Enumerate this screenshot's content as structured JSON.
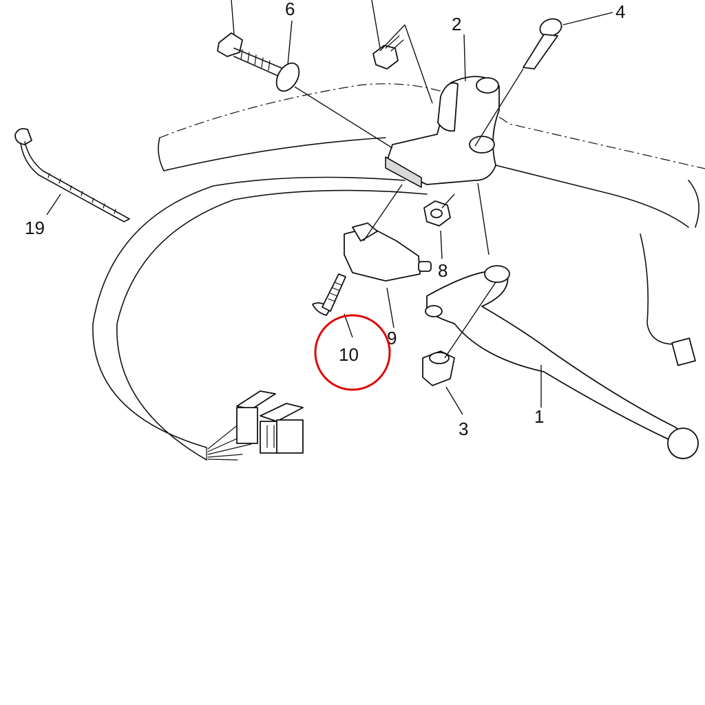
{
  "callouts": {
    "c1": "1",
    "c2": "2",
    "c3": "3",
    "c4": "4",
    "c6": "6",
    "c8": "8",
    "c9": "9",
    "c10": "10",
    "c19": "19"
  },
  "highlight": {
    "target": "10",
    "color": "#e00000"
  },
  "colors": {
    "line": "#111111",
    "background": "#ffffff"
  }
}
